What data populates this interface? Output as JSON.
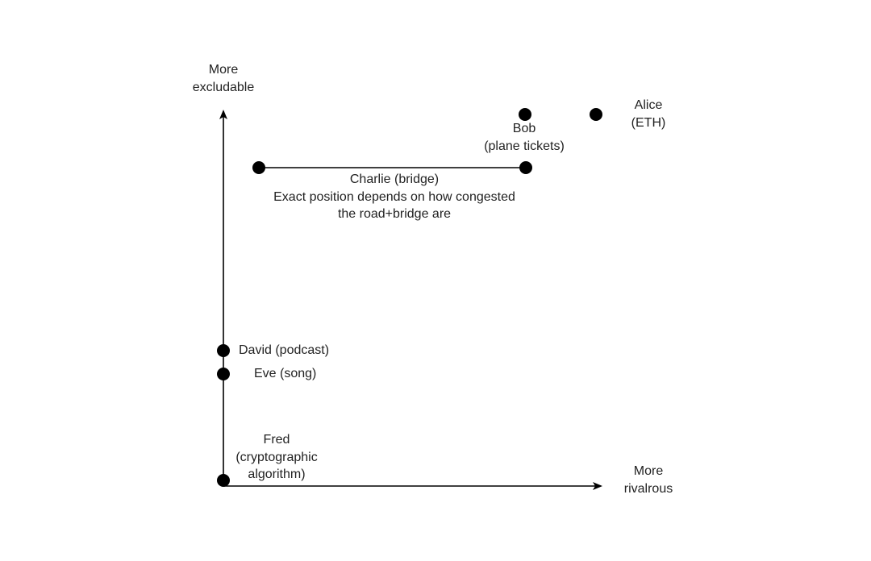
{
  "axes": {
    "y_label": [
      "More",
      "excludable"
    ],
    "x_label": [
      "More",
      "rivalrous"
    ]
  },
  "points": {
    "alice": [
      "Alice",
      "(ETH)"
    ],
    "bob": [
      "Bob",
      "(plane tickets)"
    ],
    "charlie": [
      "Charlie (bridge)",
      "Exact position depends on how congested",
      "the road+bridge are"
    ],
    "david": [
      "David (podcast)"
    ],
    "eve": [
      "Eve (song)"
    ],
    "fred": [
      "Fred",
      "(cryptographic",
      "algorithm)"
    ]
  },
  "colors": {
    "ink": "#000000",
    "text": "#222222"
  }
}
